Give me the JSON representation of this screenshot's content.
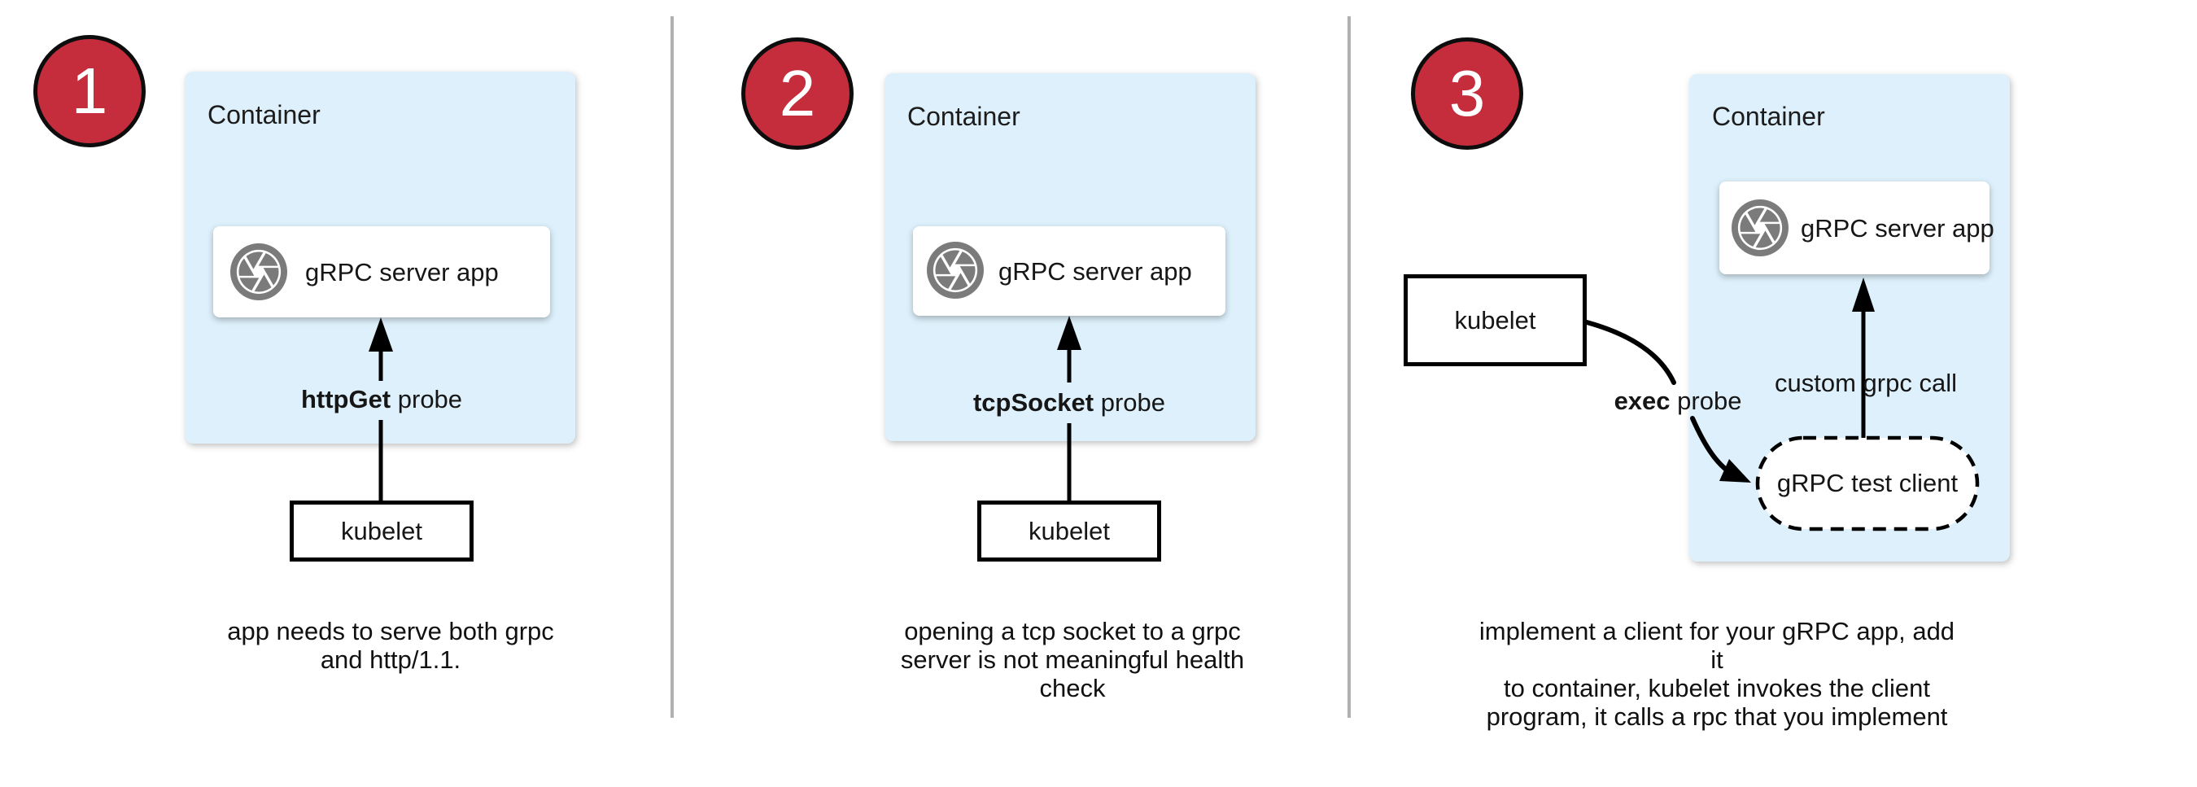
{
  "colors": {
    "badge_red": "#C62D3C",
    "container_blue": "#DDF0FB",
    "icon_gray": "#7B7B7B",
    "divider_gray": "#B0B0B0"
  },
  "panels": [
    {
      "number": "1",
      "container_label": "Container",
      "app_label": "gRPC server app",
      "probe": {
        "bold": "httpGet",
        "rest": " probe"
      },
      "kubelet_label": "kubelet",
      "caption_lines": [
        "app needs to serve both grpc",
        "and http/1.1."
      ]
    },
    {
      "number": "2",
      "container_label": "Container",
      "app_label": "gRPC server app",
      "probe": {
        "bold": "tcpSocket",
        "rest": " probe"
      },
      "kubelet_label": "kubelet",
      "caption_lines": [
        "opening a tcp socket to a grpc",
        "server is not meaningful health",
        "check"
      ]
    },
    {
      "number": "3",
      "container_label": "Container",
      "app_label": "gRPC server app",
      "probe": {
        "bold": "exec",
        "rest": " probe"
      },
      "kubelet_label": "kubelet",
      "connector_label": "custom grpc call",
      "test_client_label": "gRPC test client",
      "caption_lines": [
        "implement a client for your gRPC app, add it",
        "to container, kubelet invokes the client",
        "program, it calls a rpc that you implement"
      ]
    }
  ]
}
